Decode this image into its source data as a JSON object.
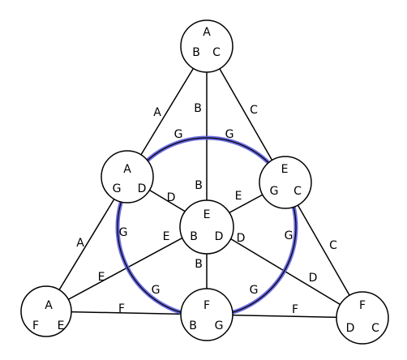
{
  "diagram": {
    "nodes": [
      {
        "id": "top",
        "labels": [
          "A",
          "B",
          "C"
        ]
      },
      {
        "id": "upper-left",
        "labels": [
          "A",
          "G",
          "D"
        ]
      },
      {
        "id": "upper-right",
        "labels": [
          "E",
          "G",
          "C"
        ]
      },
      {
        "id": "center",
        "labels": [
          "E",
          "B",
          "D"
        ]
      },
      {
        "id": "bottom-left",
        "labels": [
          "A",
          "F",
          "E"
        ]
      },
      {
        "id": "bottom-middle",
        "labels": [
          "F",
          "B",
          "G"
        ]
      },
      {
        "id": "bottom-right",
        "labels": [
          "F",
          "D",
          "C"
        ]
      }
    ],
    "edge_labels": {
      "top_left_upper": "A",
      "top_center_upper": "B",
      "top_right_upper": "C",
      "circle_top_left": "G",
      "circle_top_right": "G",
      "center_top_lower": "B",
      "ul_center": "D",
      "ur_center": "E",
      "left_lower": "A",
      "circle_left": "G",
      "center_bl": "E",
      "center_br": "D",
      "circle_right": "G",
      "right_lower": "C",
      "bl_center": "E",
      "br_center": "D",
      "center_bottom": "B",
      "circle_bottom_left": "G",
      "circle_bottom_right": "G",
      "bottom_left": "F",
      "bottom_right": "F"
    },
    "colors": {
      "circle": "#5b5bdf",
      "lines": "#000000",
      "node_fill": "#ffffff"
    }
  }
}
